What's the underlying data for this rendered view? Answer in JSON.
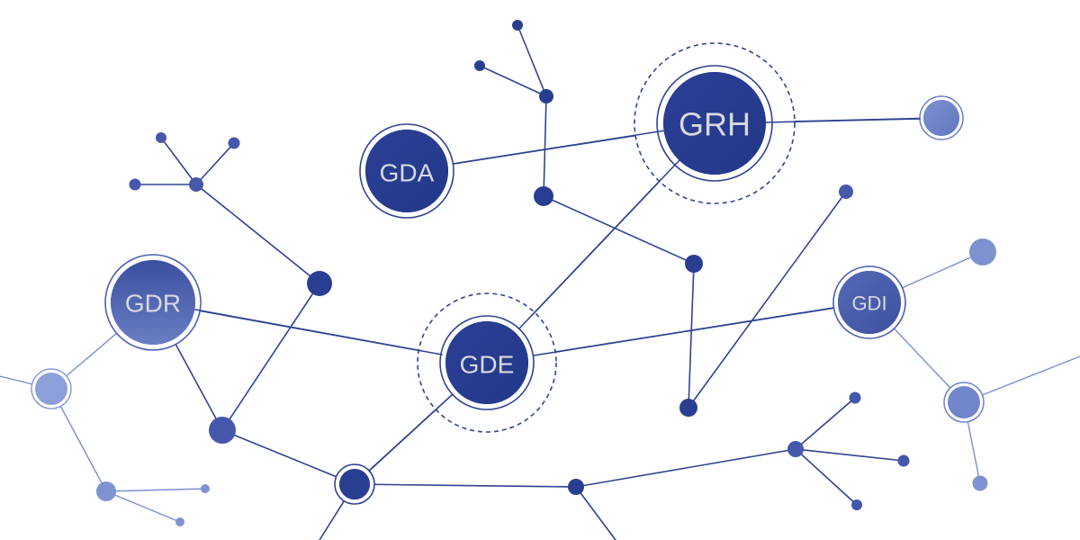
{
  "hubs": [
    {
      "id": "grh",
      "label": "GRH"
    },
    {
      "id": "gda",
      "label": "GDA"
    },
    {
      "id": "gdr",
      "label": "GDR"
    },
    {
      "id": "gde",
      "label": "GDE"
    },
    {
      "id": "gdi",
      "label": "GDI"
    }
  ],
  "colors": {
    "dark": "#2a3e91",
    "mid": "#4a5fb0",
    "light": "#8b9ed8",
    "line_dark": "#2f4392",
    "line_light": "#7b8fce"
  }
}
